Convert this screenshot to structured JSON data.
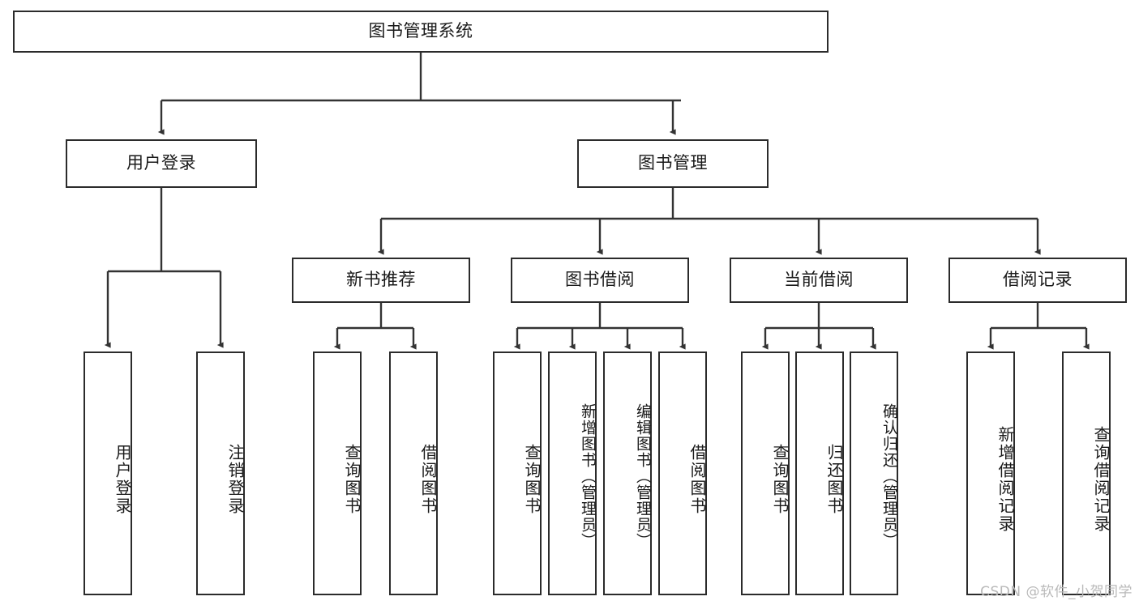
{
  "diagram": {
    "type": "tree",
    "title": "图书管理系统",
    "orientation": "top-down",
    "colors": {
      "box_border": "#2b2b2b",
      "box_fill": "#ffffff",
      "connector": "#333333",
      "text": "#1a1a1a",
      "watermark": "#b9b9b9",
      "background": "#ffffff"
    },
    "nodes": {
      "root": {
        "label": "图书管理系统"
      },
      "level1": [
        {
          "label": "用户登录"
        },
        {
          "label": "图书管理"
        }
      ],
      "level2": [
        {
          "label": "新书推荐"
        },
        {
          "label": "图书借阅"
        },
        {
          "label": "当前借阅"
        },
        {
          "label": "借阅记录"
        }
      ],
      "leaves_user_login": [
        {
          "label": "用户登录"
        },
        {
          "label": "注销登录"
        }
      ],
      "leaves_new_book": [
        {
          "label": "查询图书"
        },
        {
          "label": "借阅图书"
        }
      ],
      "leaves_borrow": [
        {
          "label": "查询图书"
        },
        {
          "label": "新增图书（管理员）"
        },
        {
          "label": "编辑图书（管理员）"
        },
        {
          "label": "借阅图书"
        }
      ],
      "leaves_current": [
        {
          "label": "查询图书"
        },
        {
          "label": "归还图书"
        },
        {
          "label": "确认归还（管理员）"
        }
      ],
      "leaves_record": [
        {
          "label": "新增借阅记录"
        },
        {
          "label": "查询借阅记录"
        }
      ]
    }
  },
  "watermark": {
    "text": "CSDN @软件_小贺同学"
  }
}
